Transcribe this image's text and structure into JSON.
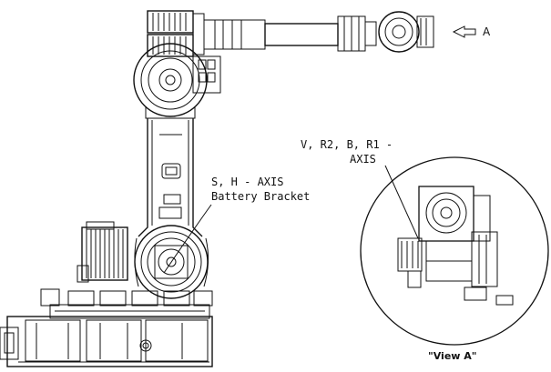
{
  "labels": {
    "view_arrow": "A",
    "callout_vr2br1_line1": "V, R2, B, R1 -",
    "callout_vr2br1_line2": "AXIS",
    "callout_sh_line1": "S, H - AXIS",
    "callout_sh_line2": "Battery Bracket",
    "view_caption": "\"View A\""
  },
  "colors": {
    "line": "#111111",
    "background": "#ffffff"
  }
}
